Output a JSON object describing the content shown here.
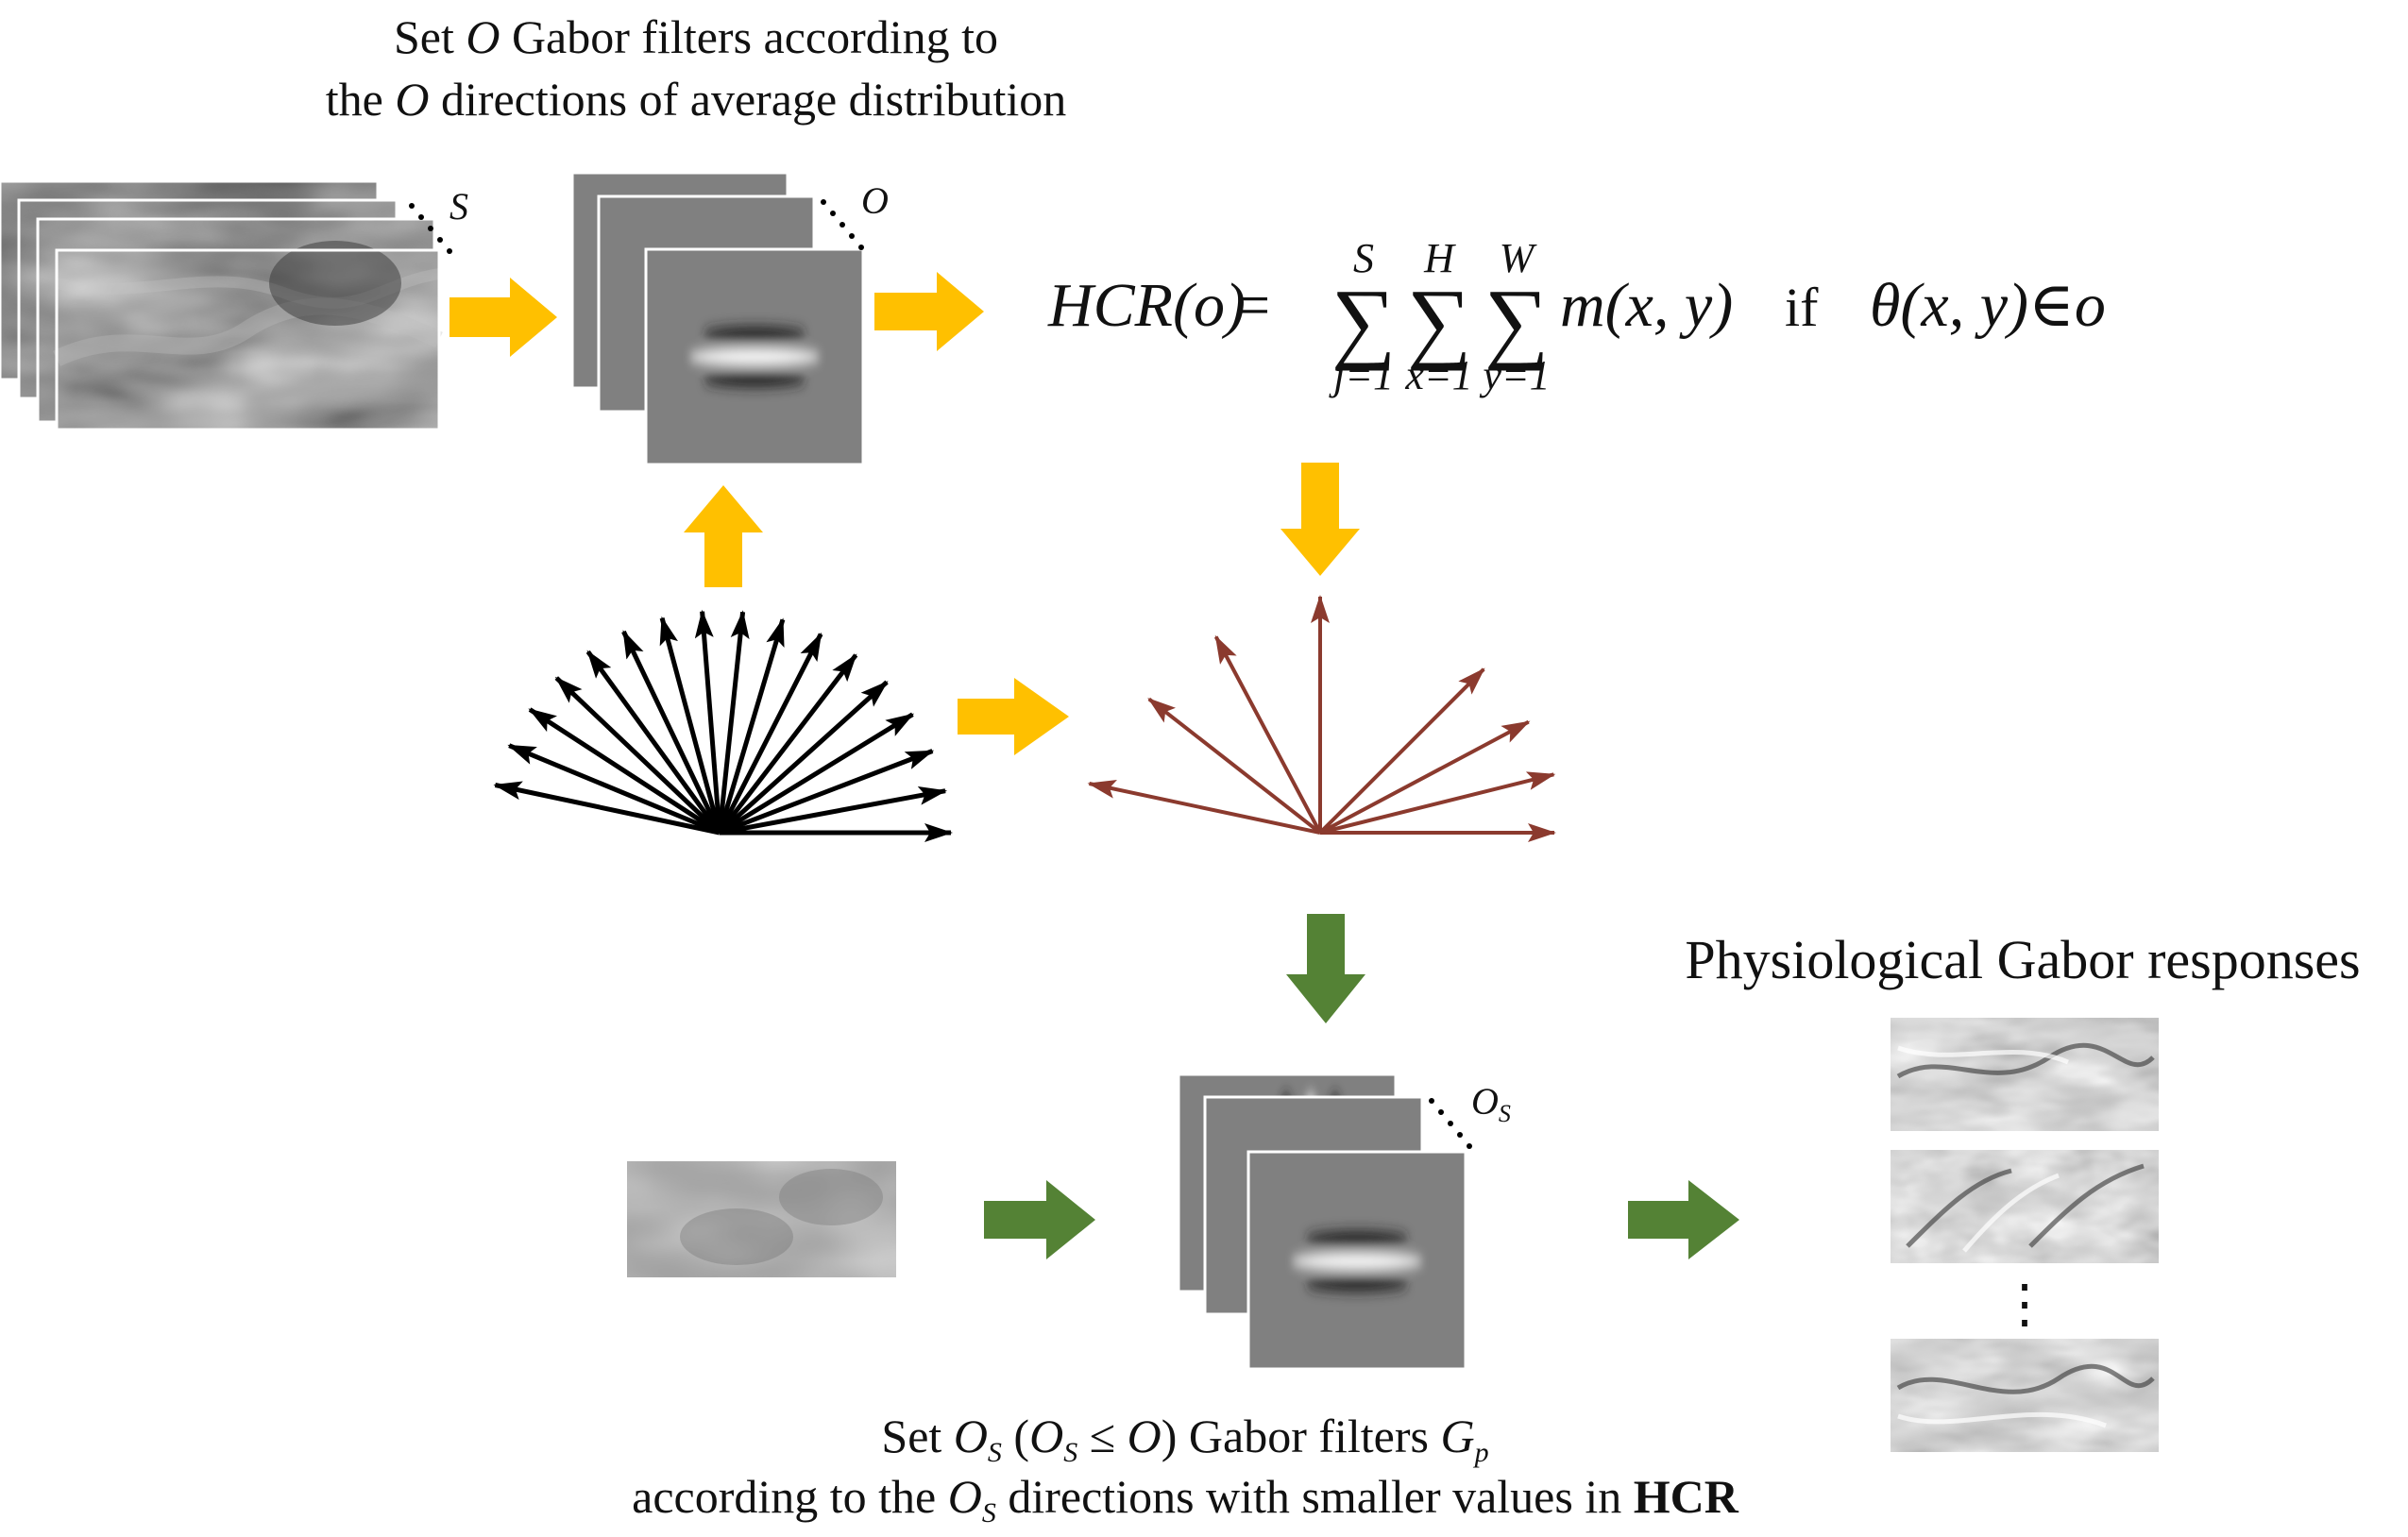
{
  "top_caption": {
    "line1_pre": "Set ",
    "line1_var": "O",
    "line1_post": " Gabor filters according to",
    "line2_pre": "the ",
    "line2_var": "O",
    "line2_post": " directions of average distribution"
  },
  "labels": {
    "stack_s": "S",
    "stack_o": "O",
    "stack_os": "O",
    "stack_os_sub": "S"
  },
  "formula": {
    "lhs": "HCR(o)",
    "eq": "=",
    "sum1_top": "S",
    "sum1_bot": "j=1",
    "sum2_top": "H",
    "sum2_bot": "x=1",
    "sum3_top": "W",
    "sum3_bot": "y=1",
    "sigma": "∑",
    "term": "m(x, y)",
    "cond_if": "if",
    "cond": "θ(x, y)∈o"
  },
  "responses_title": "Physiological Gabor responses",
  "ellipsis": "⋮",
  "bottom_caption": {
    "l1_set": "Set ",
    "l1_o": "O",
    "l1_s": "S",
    "l1_paren_open": " (",
    "l1_o2": "O",
    "l1_s2": "S",
    "l1_le": " ≤ ",
    "l1_o3": "O",
    "l1_paren_close": ") Gabor filters ",
    "l1_g": "G",
    "l1_p": "p",
    "l2_pre": "according to the ",
    "l2_o": "O",
    "l2_s": "S",
    "l2_mid": "  directions with smaller values in ",
    "l2_bold": "HCR"
  },
  "colors": {
    "yellow_arrow": "#FFC000",
    "green_arrow": "#548235",
    "red_fan": "#8B3A2E",
    "black_fan": "#000000",
    "filter_gray": "#808080"
  },
  "icons": [
    "right-arrow-icon",
    "up-arrow-icon",
    "down-arrow-icon",
    "direction-fan-icon"
  ]
}
